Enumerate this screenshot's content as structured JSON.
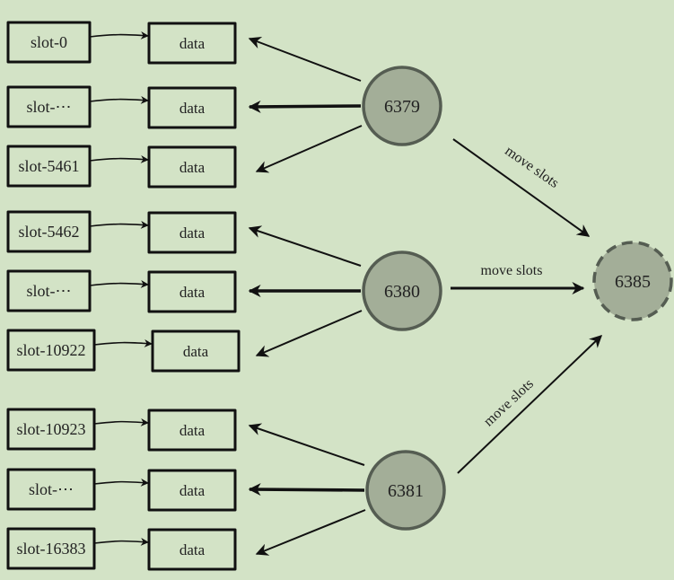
{
  "colors": {
    "background": "#d3e3c6",
    "node_fill": "#a3ae98",
    "node_stroke": "#555d52",
    "line": "#111111"
  },
  "groups": [
    {
      "node": "6379",
      "slots": [
        {
          "slot": "slot-0",
          "value": "data"
        },
        {
          "slot": "slot-⋯",
          "value": "data"
        },
        {
          "slot": "slot-5461",
          "value": "data"
        }
      ]
    },
    {
      "node": "6380",
      "slots": [
        {
          "slot": "slot-5462",
          "value": "data"
        },
        {
          "slot": "slot-⋯",
          "value": "data"
        },
        {
          "slot": "slot-10922",
          "value": "data"
        }
      ]
    },
    {
      "node": "6381",
      "slots": [
        {
          "slot": "slot-10923",
          "value": "data"
        },
        {
          "slot": "slot-⋯",
          "value": "data"
        },
        {
          "slot": "slot-16383",
          "value": "data"
        }
      ]
    }
  ],
  "target_node": "6385",
  "migration_label": "move slots",
  "migrations": [
    {
      "from": "6379",
      "to": "6385",
      "label": "move slots"
    },
    {
      "from": "6380",
      "to": "6385",
      "label": "move slots"
    },
    {
      "from": "6381",
      "to": "6385",
      "label": "move slots"
    }
  ]
}
